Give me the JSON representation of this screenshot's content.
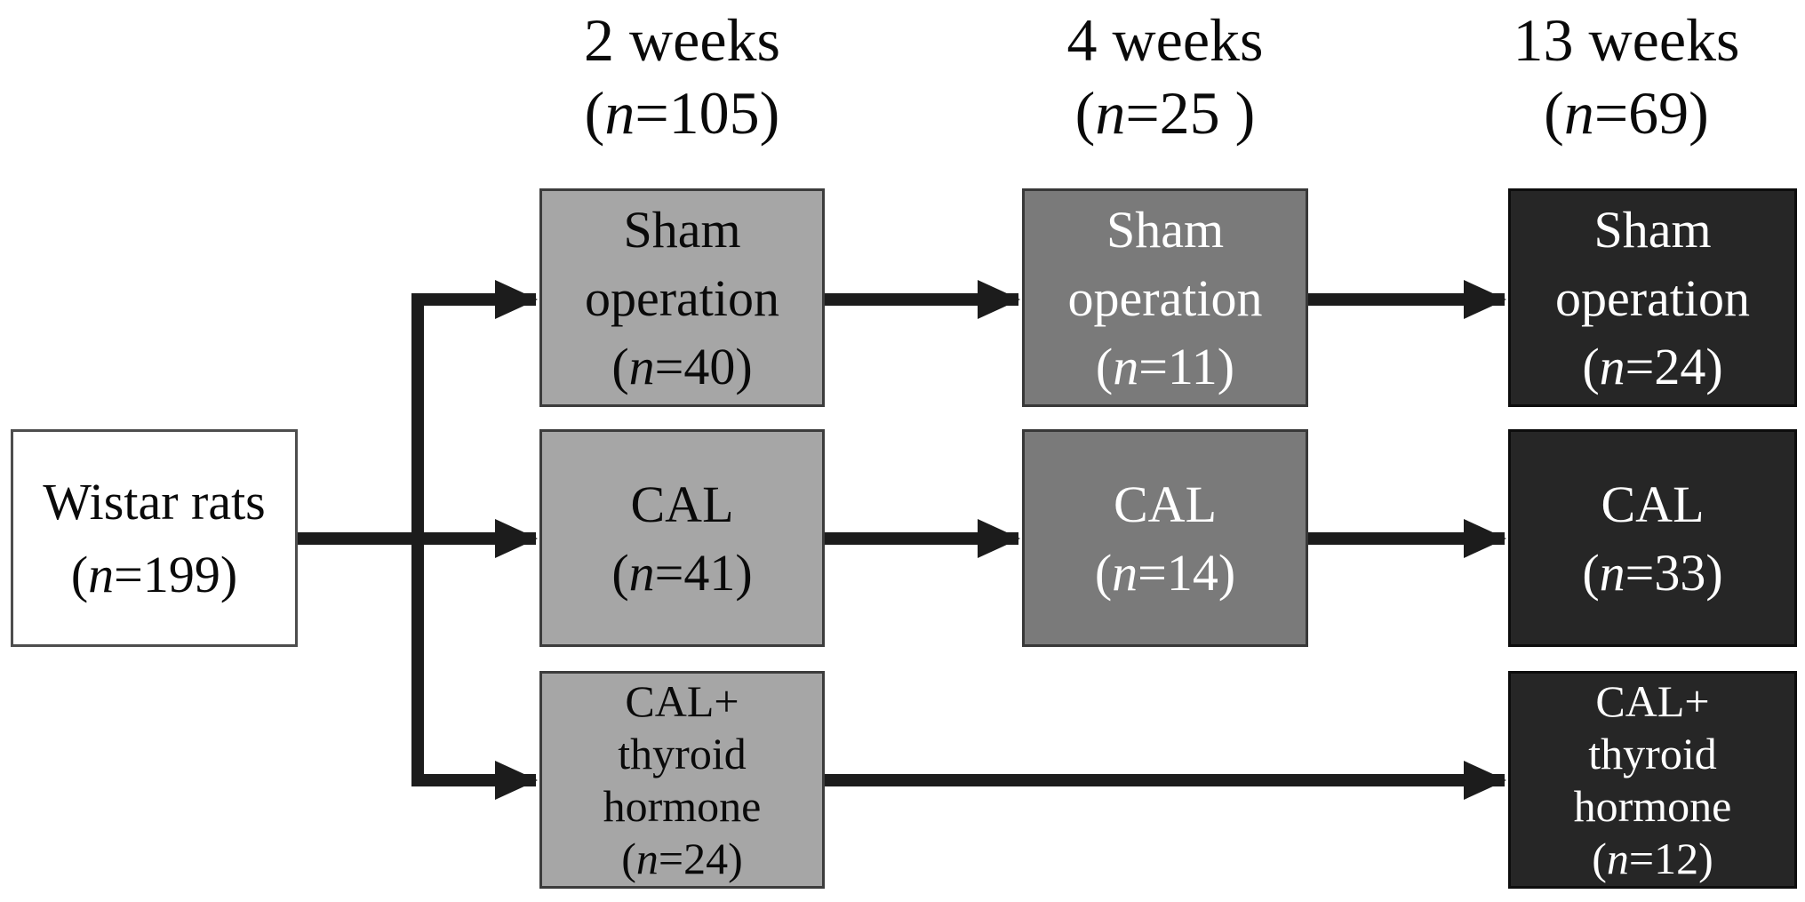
{
  "figure_type": "study-flow-diagram",
  "colors": {
    "background": "#ffffff",
    "light_fill": "#a6a6a6",
    "medium_fill": "#7a7a7a",
    "dark_fill": "#262626",
    "root_fill": "#ffffff",
    "light_border": "#3c3c3c",
    "medium_border": "#383838",
    "dark_border": "#0d0d0d",
    "root_border": "#4d4d4d",
    "arrow": "#1c1c1c",
    "text_dark": "#0a0a0a",
    "text_light": "#ffffff"
  },
  "root_box": {
    "line1": "Wistar rats",
    "paren_open": "(",
    "n": "n",
    "count": "=199)"
  },
  "columns": [
    {
      "header_time": "2 weeks",
      "header_open": "(",
      "header_n": "n",
      "header_count": "=105)",
      "boxes": [
        {
          "line1": "Sham",
          "line2": "operation",
          "paren_open": "(",
          "n": "n",
          "count": "=40)"
        },
        {
          "line1": "CAL",
          "paren_open": "(",
          "n": "n",
          "count": "=41)"
        },
        {
          "line1": "CAL+",
          "line2": "thyroid",
          "line3": "hormone",
          "paren_open": "(",
          "n": "n",
          "count": "=24)"
        }
      ]
    },
    {
      "header_time": "4 weeks",
      "header_open": "(",
      "header_n": "n",
      "header_count": "=25 )",
      "boxes": [
        {
          "line1": "Sham",
          "line2": "operation",
          "paren_open": "(",
          "n": "n",
          "count": "=11)"
        },
        {
          "line1": "CAL",
          "paren_open": "(",
          "n": "n",
          "count": "=14)"
        }
      ]
    },
    {
      "header_time": "13 weeks",
      "header_open": "(",
      "header_n": "n",
      "header_count": "=69)",
      "boxes": [
        {
          "line1": "Sham",
          "line2": "operation",
          "paren_open": "(",
          "n": "n",
          "count": "=24)"
        },
        {
          "line1": "CAL",
          "paren_open": "(",
          "n": "n",
          "count": "=33)"
        },
        {
          "line1": "CAL+",
          "line2": "thyroid",
          "line3": "hormone",
          "paren_open": "(",
          "n": "n",
          "count": "=12)"
        }
      ]
    }
  ],
  "edges": [
    {
      "from": "wistar-rats",
      "to": "sham-2w"
    },
    {
      "from": "wistar-rats",
      "to": "cal-2w"
    },
    {
      "from": "wistar-rats",
      "to": "cal-thyroid-2w"
    },
    {
      "from": "sham-2w",
      "to": "sham-4w"
    },
    {
      "from": "cal-2w",
      "to": "cal-4w"
    },
    {
      "from": "sham-4w",
      "to": "sham-13w"
    },
    {
      "from": "cal-4w",
      "to": "cal-13w"
    },
    {
      "from": "cal-thyroid-2w",
      "to": "cal-thyroid-13w"
    }
  ]
}
